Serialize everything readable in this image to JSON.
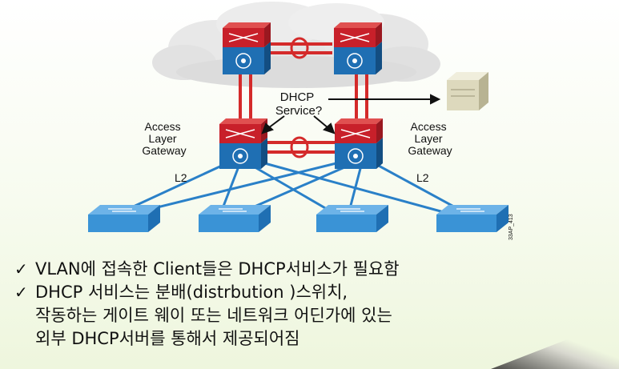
{
  "diagram": {
    "dhcp_service_label": [
      "DHCP",
      "Service?"
    ],
    "gateway_left_label": [
      "Access",
      "Layer",
      "Gateway"
    ],
    "gateway_right_label": [
      "Access",
      "Layer",
      "Gateway"
    ],
    "l2_left": "L2",
    "l2_right": "L2",
    "figure_id": "33AP_413"
  },
  "bullets": [
    {
      "lines": [
        "VLAN에 접속한 Client들은 DHCP서비스가 필요함"
      ]
    },
    {
      "lines": [
        "DHCP 서비스는 분배(distrbution )스위치,",
        "작동하는 게이트 웨이 또는 네트워크 어딘가에 있는",
        "외부 DHCP서버를 통해서 제공되어짐"
      ]
    }
  ],
  "colors": {
    "switch_red": "#c8202a",
    "switch_blue": "#1f6fb3",
    "access_blue": "#3a93d6",
    "link_red": "#d42a2a",
    "link_blue": "#2a80c8"
  },
  "icons": [
    "router-switch-icon",
    "access-switch-icon",
    "server-icon",
    "checkmark-icon"
  ]
}
